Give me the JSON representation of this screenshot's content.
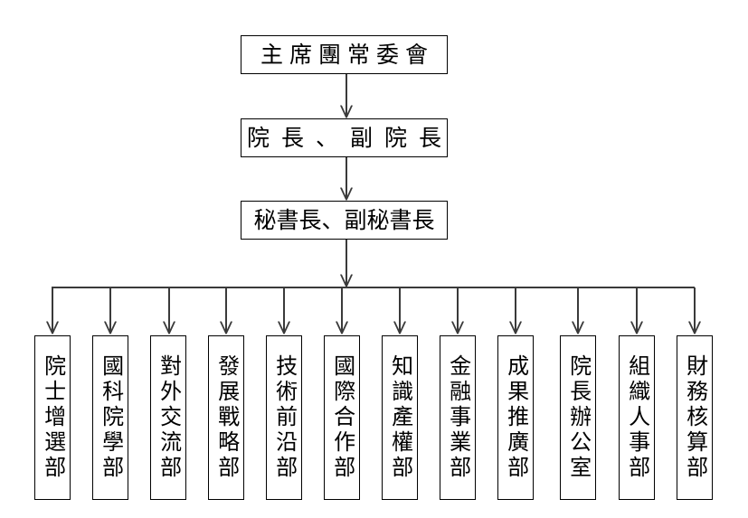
{
  "diagram": {
    "title_chain": [
      {
        "id": "standing-committee",
        "label": "主席團常委會"
      },
      {
        "id": "president",
        "label": "院長、副院長"
      },
      {
        "id": "secretary-general",
        "label": "秘書長、副秘書長"
      }
    ],
    "departments": [
      {
        "id": "academician-election",
        "label": "院士增選部"
      },
      {
        "id": "national-academy-division",
        "label": "國科院學部"
      },
      {
        "id": "external-exchange",
        "label": "對外交流部"
      },
      {
        "id": "development-strategy",
        "label": "發展戰略部"
      },
      {
        "id": "technology-frontier",
        "label": "技術前沿部"
      },
      {
        "id": "international-cooperation",
        "label": "國際合作部"
      },
      {
        "id": "intellectual-property",
        "label": "知識產權部"
      },
      {
        "id": "financial-business",
        "label": "金融事業部"
      },
      {
        "id": "achievement-promotion",
        "label": "成果推廣部"
      },
      {
        "id": "president-office",
        "label": "院長辦公室"
      },
      {
        "id": "organization-personnel",
        "label": "組織人事部"
      },
      {
        "id": "finance-accounting",
        "label": "財務核算部"
      }
    ],
    "colors": {
      "box_border": "#000000",
      "connector": "#3a3a3a",
      "background": "#ffffff",
      "text": "#000000"
    }
  }
}
